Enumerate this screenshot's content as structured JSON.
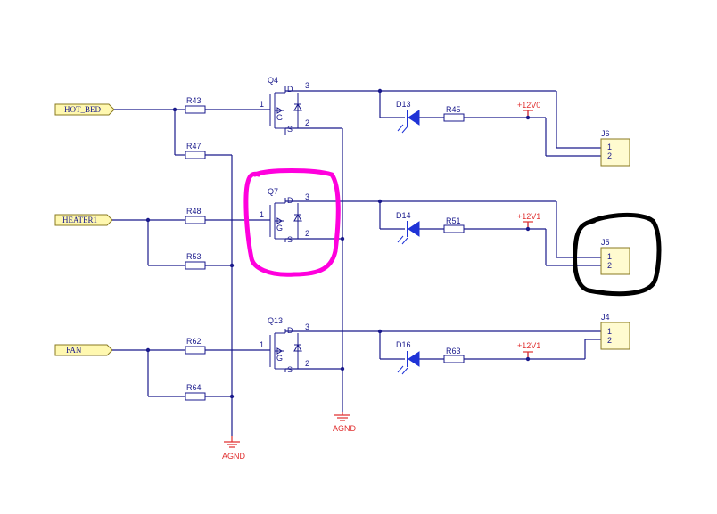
{
  "ports": {
    "hot_bed": "HOT_BED",
    "heater1": "HEATER1",
    "fan": "FAN"
  },
  "resistors": {
    "r43": "R43",
    "r47": "R47",
    "r48": "R48",
    "r53": "R53",
    "r62": "R62",
    "r64": "R64",
    "r45": "R45",
    "r51": "R51",
    "r63": "R63"
  },
  "mosfets": {
    "q4": "Q4",
    "q7": "Q7",
    "q13": "Q13"
  },
  "pins": {
    "gate": "1",
    "drain": "3",
    "source": "2",
    "d": "D",
    "g": "G",
    "s": "S"
  },
  "leds": {
    "d13": "D13",
    "d14": "D14",
    "d16": "D16"
  },
  "rails": {
    "v12_0": "+12V0",
    "v12_1": "+12V1",
    "v12_1b": "+12V1"
  },
  "grounds": {
    "agnd1": "AGND",
    "agnd2": "AGND"
  },
  "connectors": {
    "j6": "J6",
    "j5": "J5",
    "j4": "J4",
    "pin1": "1",
    "pin2": "2"
  },
  "colors": {
    "wire": "#1a1a8c",
    "power": "#e03030",
    "led": "#1f33d6",
    "highlight_magenta": "#ff00dd",
    "highlight_black": "#000000",
    "port_fill": "#fff8b0"
  }
}
